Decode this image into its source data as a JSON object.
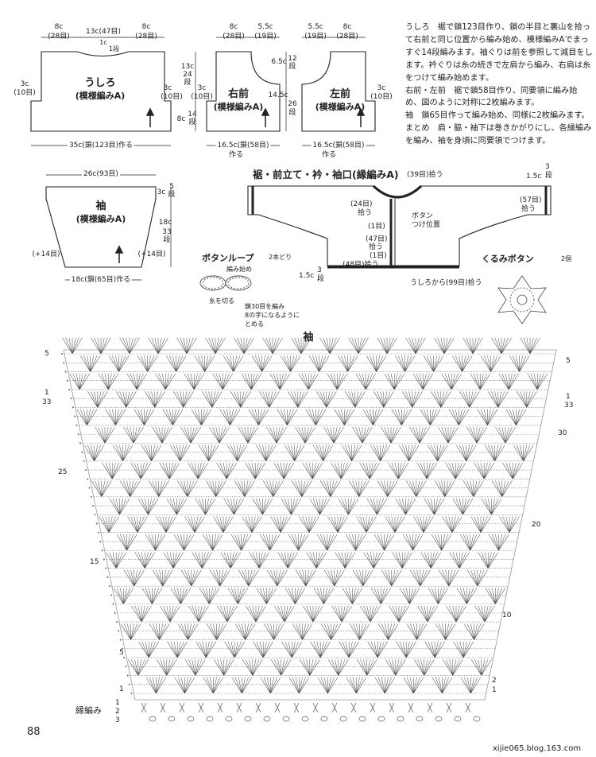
{
  "instructions": [
    "うしろ　裾で鎖123目作り、鎖の半目と裏山を拾って右前と同じ位置から編み始め、模様編みAでまっすぐ14段編みます。袖ぐりは前を参照して減目をします。衿ぐりは糸の続きで左肩から編み、右肩は糸をつけて編み始めます。",
    "右前・左前　裾で鎖58目作り、同要領に編み始め、図のように対称に2枚編みます。",
    "袖　鎖65目作って編み始め、同様に2枚編みます。",
    "まとめ　肩・脇・袖下は巻きかがりにし、各縁編みを編み、袖を身頃に同要領でつけます。"
  ],
  "back": {
    "title": "うしろ",
    "pattern": "(模様編みA)",
    "top_left": "8c",
    "top_left_sts": "(28目)",
    "top_mid": "13c",
    "top_mid_sts": "(47目)",
    "top_right": "8c",
    "top_right_sts": "(28目)",
    "neck_1c": "1c",
    "neck_rows": "1段",
    "left_side": "3c",
    "left_side_sts": "(10目)",
    "right_side": "3c",
    "right_side_sts": "(10目)",
    "bottom": "35c(鎖(123目)作る"
  },
  "right_front": {
    "title": "右前",
    "pattern": "(模様編みA)",
    "top_a": "8c",
    "top_a_sts": "(28目)",
    "top_b": "5.5c",
    "top_b_sts": "(19目)",
    "side_13c": "13c",
    "side_24": "24",
    "side_dan": "段",
    "side_3c": "3c",
    "side_3c_sts": "(10目)",
    "side_8c": "8c",
    "side_14": "14",
    "side_dan2": "段",
    "bottom": "16.5c(鎖(58目)",
    "bottom2": "作る"
  },
  "left_front": {
    "title": "左前",
    "pattern": "(模様編みA)",
    "top_a": "5.5c",
    "top_a_sts": "(19目)",
    "top_b": "8c",
    "top_b_sts": "(28目)",
    "side_65": "6.5c",
    "side_12": "12",
    "side_dan": "段",
    "side_145": "14.5c",
    "side_26": "26",
    "side_dan2": "段",
    "side_3c": "3c",
    "side_3c_sts": "(10目)",
    "bottom": "16.5c(鎖(58目)",
    "bottom2": "作る"
  },
  "sleeve": {
    "title": "袖",
    "pattern": "(模様編みA)",
    "top": "26c(93目)",
    "right_3c": "3c",
    "right_5": "5",
    "right_dan": "段",
    "right_18c": "18c",
    "right_33": "33",
    "right_dan2": "段",
    "left_inc": "(+14目)",
    "right_inc": "(+14目)",
    "bottom": "18c(鎖(65目)作る"
  },
  "edging": {
    "title": "裾・前立て・衿・袖口(縁編みA)",
    "neck_pick": "(39目)拾う",
    "right_15": "1.5c",
    "right_3": "3",
    "right_dan": "段",
    "right_57": "(57目)",
    "right_57_pick": "拾う",
    "left_24": "(24目)",
    "left_24_pick": "拾う",
    "button_pos": "ボタン",
    "button_pos2": "つけ位置",
    "one_a": "(1目)",
    "n47": "(47目)",
    "n47_pick": "拾う",
    "one_b": "(1目)",
    "n48": "(48目)拾う",
    "bottom_15": "1.5c",
    "bottom_3": "3",
    "bottom_dan": "段",
    "back_pick": "うしろから(99目)拾う"
  },
  "button_loop": {
    "title": "ボタンループ",
    "count": "2本どり",
    "start": "編み始め",
    "cut": "糸を切る",
    "note1": "鎖30目を編み",
    "note2": "8の字になるように",
    "note3": "とめる"
  },
  "covered_button": {
    "title": "くるみボタン",
    "count": "2個"
  },
  "chart": {
    "title": "袖",
    "left_rows": [
      "5",
      "1",
      "33",
      "25",
      "15",
      "5",
      "1"
    ],
    "right_rows": [
      "5",
      "1",
      "33",
      "30",
      "20",
      "10",
      "2",
      "1"
    ],
    "edge_label": "縁編み",
    "edge_rows": [
      "1",
      "2",
      "3"
    ]
  },
  "page_number": "88",
  "watermark": "xijie065.blog.163.com"
}
